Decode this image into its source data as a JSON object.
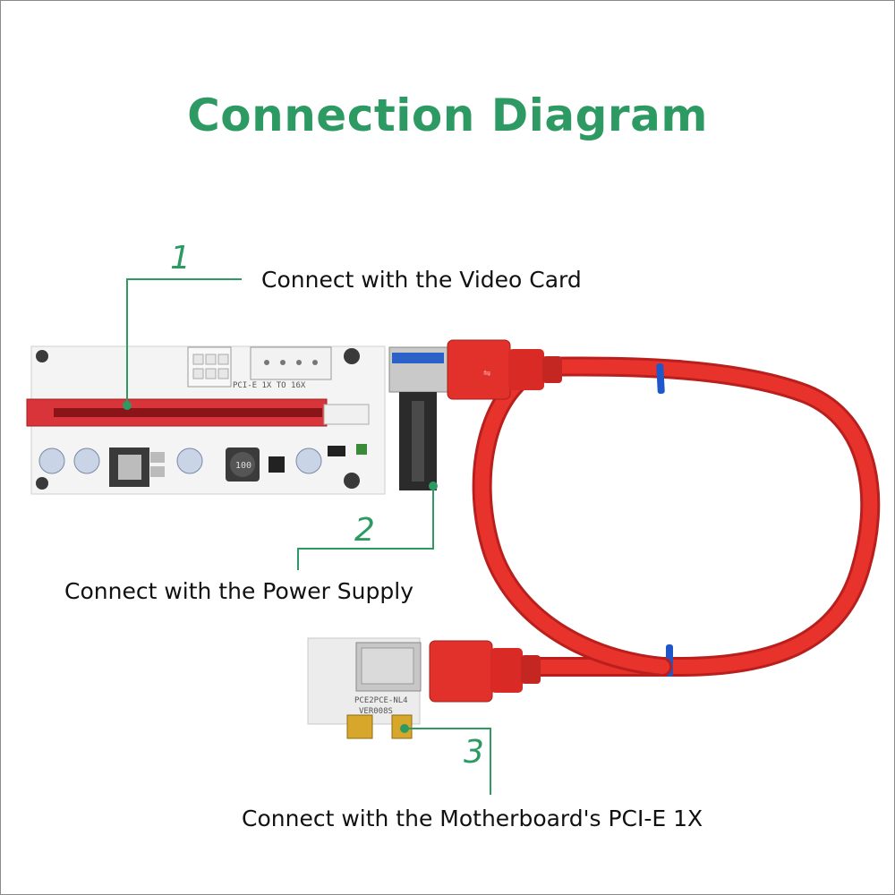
{
  "title": "Connection Diagram",
  "callouts": [
    {
      "number": "1",
      "label": "Connect with the Video Card"
    },
    {
      "number": "2",
      "label": "Connect with the Power Supply"
    },
    {
      "number": "3",
      "label": "Connect with the Motherboard's PCI-E 1X"
    }
  ],
  "board_markings": {
    "riser": "PCI-E 1X TO 16X",
    "adapter_line1": "PCE2PCE-NL4",
    "adapter_line2": "VER008S",
    "coil": "100"
  },
  "colors": {
    "title_green": "#2e9a63",
    "callout_line": "#2e9a63",
    "cable_red": "#e8322c",
    "slot_red": "#d9343a",
    "board_white": "#f4f4f4",
    "cable_band": "#1f57c9"
  }
}
